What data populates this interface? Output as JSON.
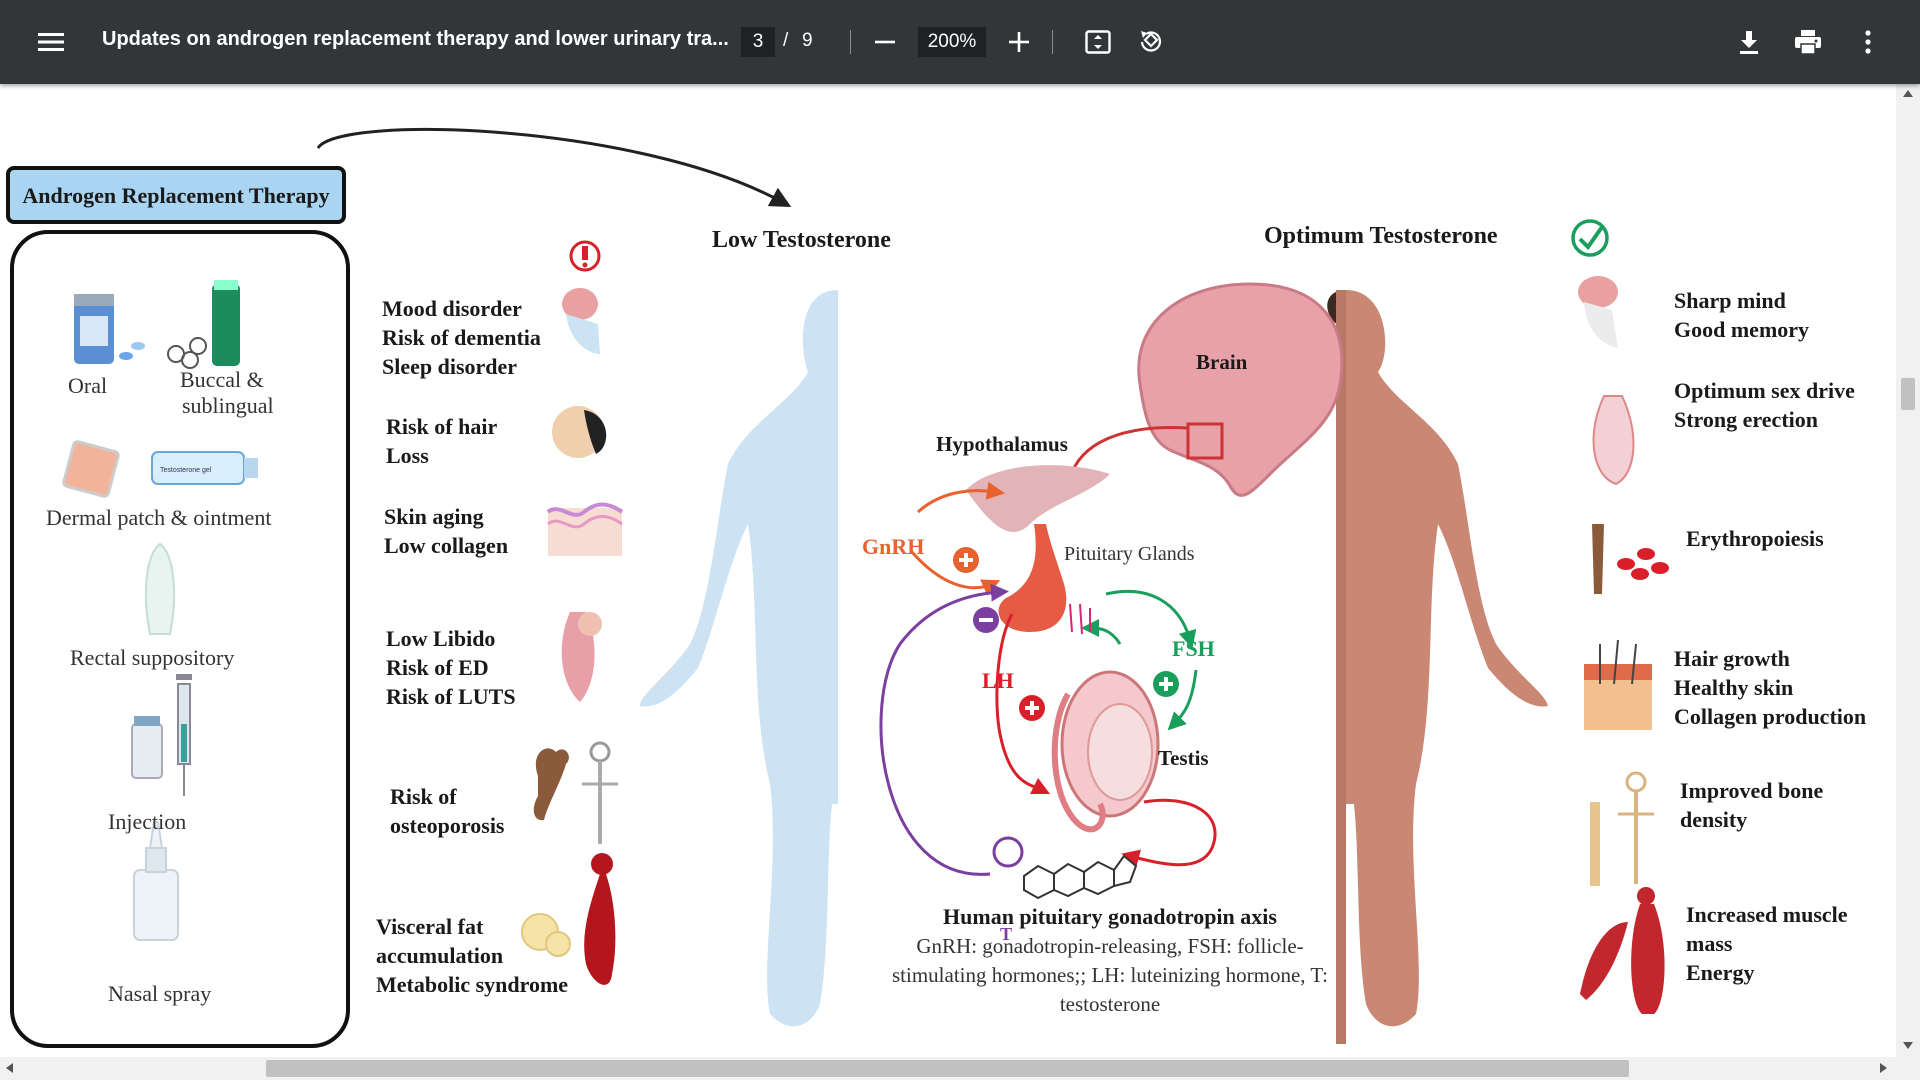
{
  "toolbar": {
    "title": "Updates on androgen replacement therapy and lower urinary tra...",
    "page_current": "3",
    "page_separator": "/",
    "page_total": "9",
    "zoom": "200%",
    "icons": [
      "menu-icon",
      "minus-icon",
      "plus-icon",
      "fit-page-icon",
      "rotate-icon",
      "download-icon",
      "print-icon",
      "more-vert-icon"
    ]
  },
  "figure": {
    "art_title": "Androgen Replacement Therapy",
    "methods": [
      "Oral",
      "Buccal &",
      "sublingual",
      "Dermal patch & ointment",
      "Rectal suppository",
      "Injection",
      "Nasal spray"
    ],
    "gel_tube_label": "Testosterone gel",
    "low_title": "Low Testosterone",
    "optimum_title": "Optimum Testosterone",
    "low_effects": [
      [
        "Mood disorder",
        "Risk of dementia",
        "Sleep disorder"
      ],
      [
        "Risk of hair",
        "Loss"
      ],
      [
        "Skin aging",
        "Low collagen"
      ],
      [
        "Low Libido",
        "Risk of ED",
        "Risk of LUTS"
      ],
      [
        "Risk of",
        "osteoporosis"
      ],
      [
        "Visceral fat",
        "accumulation",
        "Metabolic syndrome"
      ]
    ],
    "optimum_effects": [
      [
        "Sharp mind",
        "Good memory"
      ],
      [
        "Optimum sex drive",
        "Strong erection"
      ],
      [
        "Erythropoiesis"
      ],
      [
        "Hair growth",
        "Healthy skin",
        "Collagen production"
      ],
      [
        "Improved bone",
        "density"
      ],
      [
        "Increased muscle",
        "mass",
        "Energy"
      ]
    ],
    "axis_labels": {
      "brain": "Brain",
      "hypothalamus": "Hypothalamus",
      "gnrh": "GnRH",
      "pituitary": "Pituitary Glands",
      "fsh": "FSH",
      "lh": "LH",
      "testis": "Testis",
      "t": "T"
    },
    "caption": {
      "title": "Human pituitary gonadotropin axis",
      "line1": "GnRH: gonadotropin-releasing, FSH: follicle-",
      "line2": "stimulating hormones;; LH: luteinizing hormone, T:",
      "line3": "testosterone"
    },
    "colors": {
      "gnrh": "#e8622d",
      "fsh": "#1a9e5b",
      "lh": "#d9202a",
      "feedback": "#7b3fa0",
      "toolbar": "#323639",
      "art_box": "#a9d4f2",
      "low_body": "#cde3f4",
      "optimum_body": "#c98774"
    }
  }
}
